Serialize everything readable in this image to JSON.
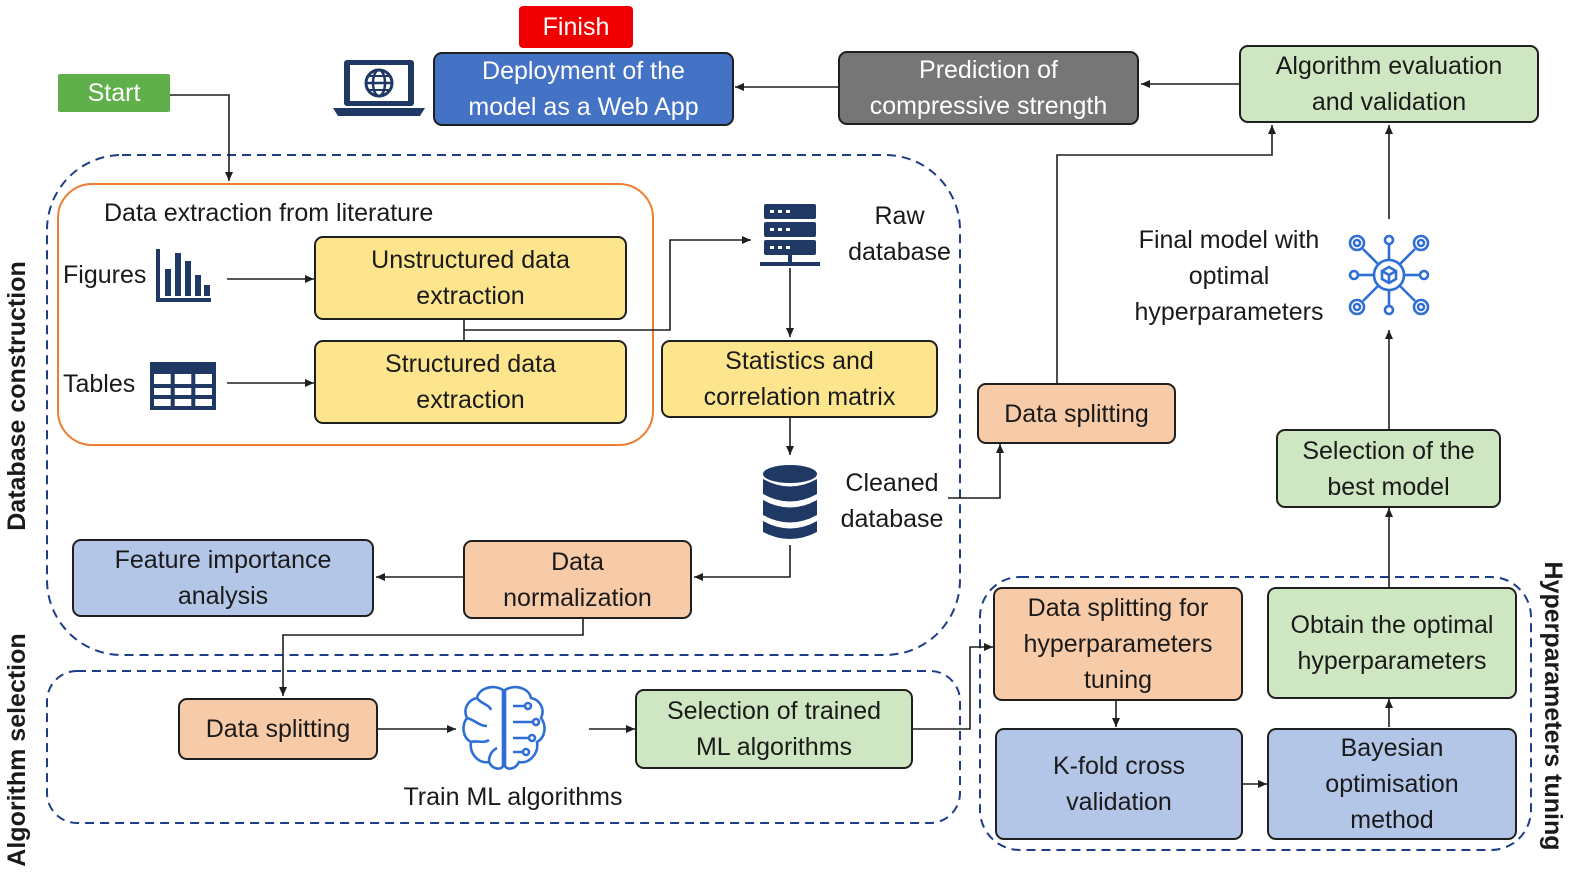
{
  "flow": {
    "start": "Start",
    "finish": "Finish",
    "deployment": "Deployment of the model as a Web App",
    "prediction": "Prediction of compressive strength",
    "algorithm_evaluation": "Algorithm evaluation and validation",
    "data_extraction_title": "Data extraction from literature",
    "figures": "Figures",
    "tables": "Tables",
    "unstructured": "Unstructured data extraction",
    "structured": "Structured data extraction",
    "raw_database": "Raw database",
    "statistics": "Statistics and correlation matrix",
    "cleaned_database": "Cleaned database",
    "feature_importance": "Feature importance analysis",
    "data_normalization": "Data normalization",
    "data_splitting_top": "Data splitting",
    "final_model": "Final model with optimal hyperparameters",
    "selection_best": "Selection of the best model",
    "data_splitting_algo": "Data splitting",
    "train_ml": "Train ML algorithms",
    "selection_trained": "Selection of trained ML algorithms",
    "data_splitting_hyper": "Data splitting for hyperparameters tuning",
    "kfold": "K-fold cross validation",
    "obtain_optimal": "Obtain the optimal hyperparameters",
    "bayesian": "Bayesian optimisation method"
  },
  "sections": {
    "database_construction": "Database construction",
    "algorithm_selection": "Algorithm selection",
    "hyperparameters_tuning": "Hyperparameters tuning"
  },
  "icons": {
    "laptop": "laptop-globe-icon",
    "bar_chart": "bar-chart-icon",
    "table": "table-grid-icon",
    "server": "server-icon",
    "database": "database-icon",
    "brain": "brain-circuit-icon",
    "network": "network-cube-icon"
  },
  "colors": {
    "yellow": "#fde58d",
    "orange": "#f8cba8",
    "green": "#cfe6c2",
    "blue": "#b3c6e7",
    "deployment_blue": "#4472c4",
    "gray": "#767676",
    "start_green": "#5fb04a",
    "finish_red": "#f00000",
    "dashed_border": "#1f3c88",
    "extraction_border": "#ed7d31",
    "icon_navy": "#1f3864"
  }
}
